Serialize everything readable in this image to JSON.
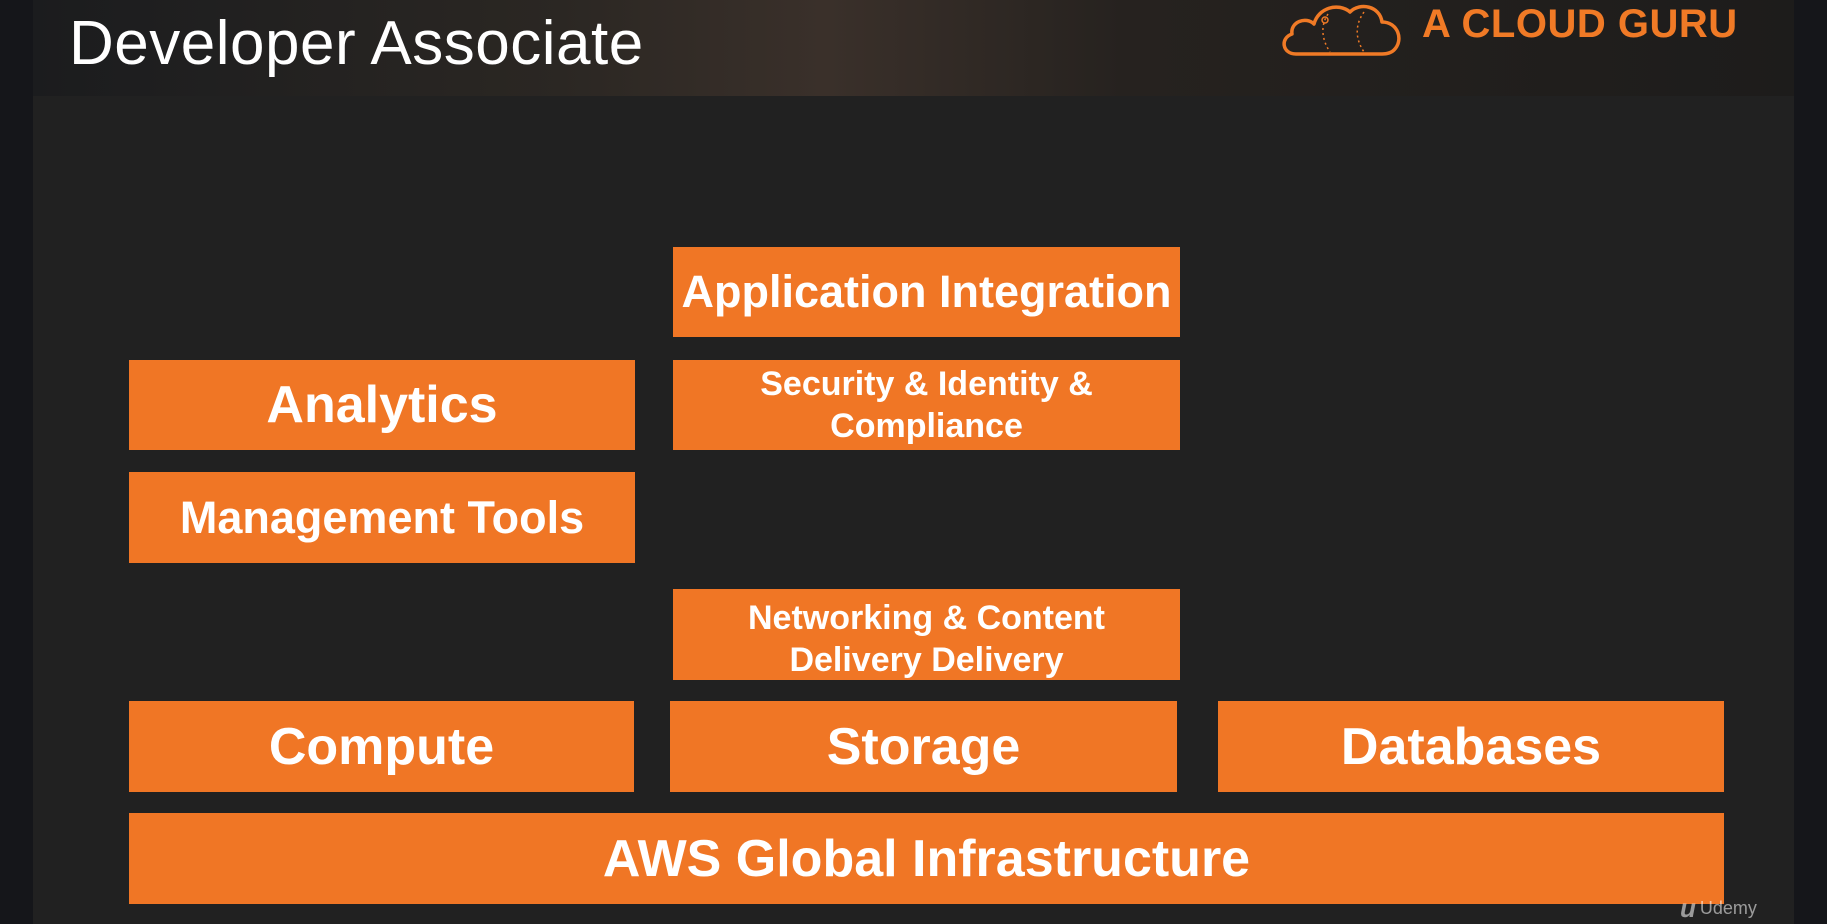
{
  "header": {
    "title": "Developer Associate",
    "brand": "A CLOUD GURU"
  },
  "blocks": {
    "application_integration": "Application Integration",
    "analytics": "Analytics",
    "security": "Security & Identity & Compliance",
    "management_tools": "Management Tools",
    "networking": "Networking & Content Delivery Delivery",
    "compute": "Compute",
    "storage": "Storage",
    "databases": "Databases",
    "global_infrastructure": "AWS Global Infrastructure"
  },
  "watermark": {
    "glyph": "u",
    "label": "Udemy"
  },
  "colors": {
    "block": "#f07625",
    "brand": "#f07a26",
    "background": "#212121"
  }
}
